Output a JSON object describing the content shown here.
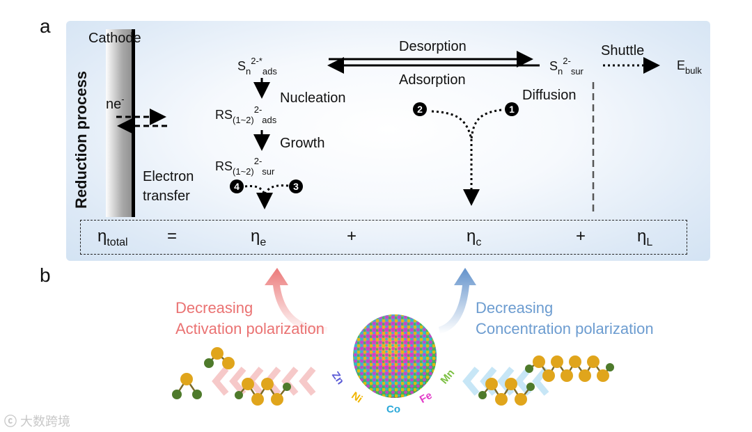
{
  "panel_labels": {
    "a": "a",
    "b": "b"
  },
  "panel_a": {
    "vertical_title": "Reduction process",
    "cathode": "Cathode",
    "ne": {
      "base": "ne",
      "sup": "-"
    },
    "electron_transfer": [
      "Electron",
      "transfer"
    ],
    "species_ads": {
      "base": "S",
      "sub1": "n",
      "sup": "2-*",
      "sub2": "ads"
    },
    "species_sur": {
      "base": "S",
      "sub1": "n",
      "sup": "2-",
      "sub2": "sur"
    },
    "rs_ads": {
      "base": "RS",
      "sub1": "(1~2)",
      "sup": "2-",
      "sub2": "ads"
    },
    "rs_sur": {
      "base": "RS",
      "sub1": "(1~2)",
      "sup": "2-",
      "sub2": "sur"
    },
    "desorption": "Desorption",
    "adsorption": "Adsorption",
    "nucleation": "Nucleation",
    "growth": "Growth",
    "diffusion": "Diffusion",
    "shuttle": "Shuttle",
    "e_bulk": {
      "base": "E",
      "sub": "bulk"
    },
    "markers": [
      "1",
      "2",
      "3",
      "4"
    ],
    "equation": {
      "total": {
        "base": "η",
        "sub": "total"
      },
      "equals": "=",
      "e": {
        "base": "η",
        "sub": "e"
      },
      "plus1": "+",
      "c": {
        "base": "η",
        "sub": "c"
      },
      "plus2": "+",
      "L": {
        "base": "η",
        "sub": "L"
      }
    }
  },
  "panel_b": {
    "activation": [
      "Decreasing",
      "Activation polarization"
    ],
    "concentration": [
      "Decreasing",
      "Concentration polarization"
    ],
    "elements": [
      {
        "symbol": "Zn",
        "color": "#5b5bd6"
      },
      {
        "symbol": "Ni",
        "color": "#f0b400"
      },
      {
        "symbol": "Co",
        "color": "#2aa8d8"
      },
      {
        "symbol": "Fe",
        "color": "#e23bc8"
      },
      {
        "symbol": "Mn",
        "color": "#7cc043"
      }
    ],
    "colors": {
      "activation": "#ea7272",
      "concentration": "#6c9cd0"
    }
  },
  "watermark": "大数跨境"
}
